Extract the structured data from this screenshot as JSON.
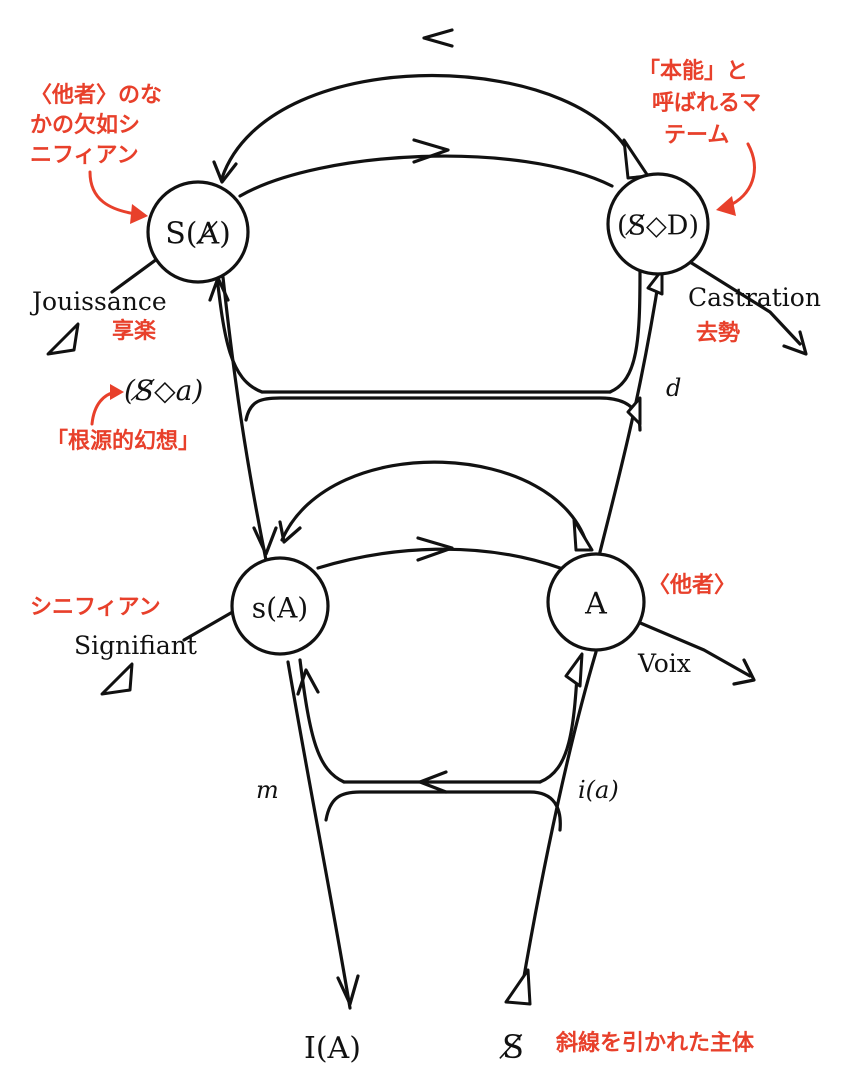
{
  "nodes": {
    "s_barred_a": "S(A̸)",
    "s_lozenge_d": "(S̸◇D)",
    "s_small_a": "s(A)",
    "big_a": "A",
    "i_a": "I(A)",
    "subject_mark": "S̸"
  },
  "labels": {
    "jouissance": "Jouissance",
    "castration": "Castration",
    "signifiant": "Signifiant",
    "voix": "Voix",
    "fantasy": "(S̸◇a)",
    "d": "d",
    "m": "m",
    "i_small_a": "i(a)"
  },
  "annotations": {
    "lack_line1": "〈他者〉のな",
    "lack_line2": "かの欠如シ",
    "lack_line3": "ニフィアン",
    "drive_line1": "「本能」と",
    "drive_line2": "呼ばれるマ",
    "drive_line3": "テーム",
    "jouissance_ja": "享楽",
    "castration_ja": "去勢",
    "fantasy_ja": "「根源的幻想」",
    "signifiant_ja": "シニフィアン",
    "other_ja": "〈他者〉",
    "subject_ja": "斜線を引かれた主体"
  },
  "colors": {
    "ink": "#111111",
    "annotation_red": "#e8402b"
  }
}
